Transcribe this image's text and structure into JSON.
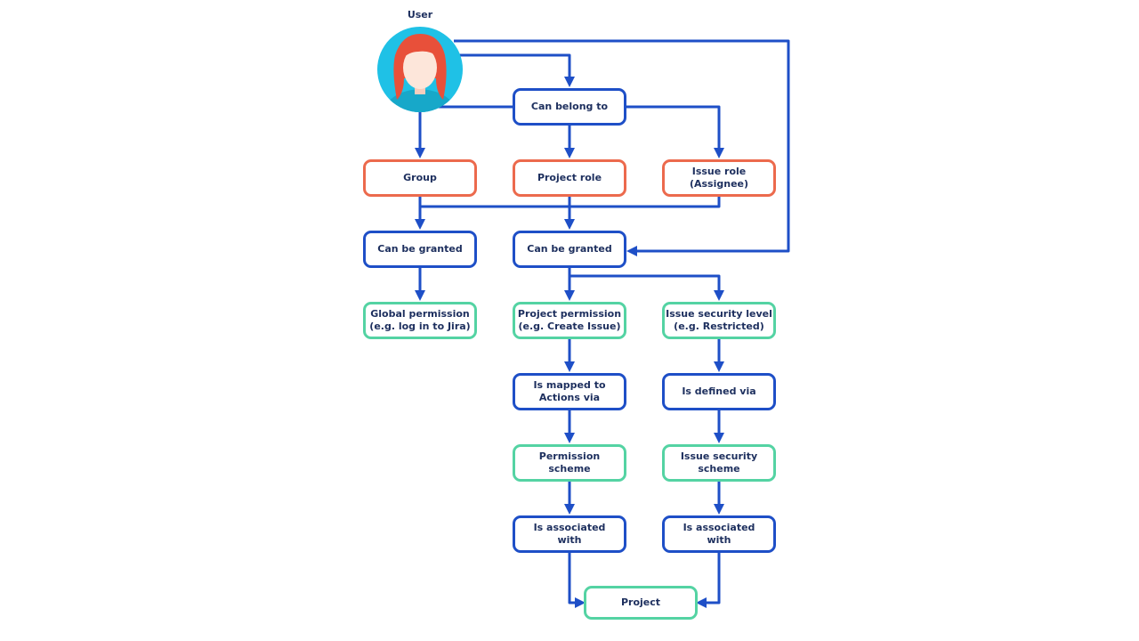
{
  "colors": {
    "connector": "#1e4fc7",
    "role_border": "#ec6a4d",
    "permission_border": "#54d3a3",
    "action_border": "#1e4fc7",
    "text": "#1d2f5e",
    "avatar_bg": "#1fc1e6",
    "hair": "#e8503a",
    "skin": "#fde6da",
    "shirt": "#17a8c9"
  },
  "user": {
    "label": "User"
  },
  "nodes": {
    "can_belong_to": "Can belong to",
    "group": "Group",
    "project_role": "Project role",
    "issue_role": "Issue role\n(Assignee)",
    "can_be_granted_left": "Can be granted",
    "can_be_granted_mid": "Can be granted",
    "global_permission": "Global permission\n(e.g. log in to Jira)",
    "project_permission": "Project permission\n(e.g. Create Issue)",
    "issue_security_level": "Issue security level\n(e.g. Restricted)",
    "is_mapped_to": "Is mapped to\nActions via",
    "is_defined_via": "Is defined via",
    "permission_scheme": "Permission\nscheme",
    "issue_security_scheme": "Issue security\nscheme",
    "is_associated_with_left": "Is associated\nwith",
    "is_associated_with_right": "Is associated\nwith",
    "project": "Project"
  }
}
